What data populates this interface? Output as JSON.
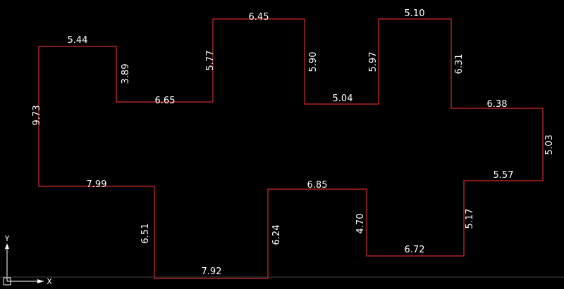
{
  "drawing": {
    "background": "#000000",
    "outline_color": "#d12b2b",
    "text_color": "#ffffff",
    "axis_color": "#ffffff",
    "dimensions": {
      "top_left_width": "5.44",
      "top_left_inner_height": "3.89",
      "notch1_bottom": "6.65",
      "notch1_right_height": "5.77",
      "top_mid_width": "6.45",
      "top_mid_right_height": "5.90",
      "notch2_bottom": "5.04",
      "notch2_right_height": "5.97",
      "top_right_width": "5.10",
      "right_drop_height": "6.31",
      "right_step_width": "6.38",
      "far_right_height": "5.03",
      "lower_right_step_width": "5.57",
      "lower_right_height": "5.17",
      "bottom_right_width": "6.72",
      "right_pocket_height": "4.70",
      "pocket_top_width": "6.85",
      "pocket_left_height": "6.24",
      "bottom_width": "7.92",
      "bottom_left_height": "6.51",
      "left_step_width": "7.99",
      "left_height": "9.73"
    },
    "axes": {
      "x_label": "X",
      "y_label": "Y"
    }
  }
}
